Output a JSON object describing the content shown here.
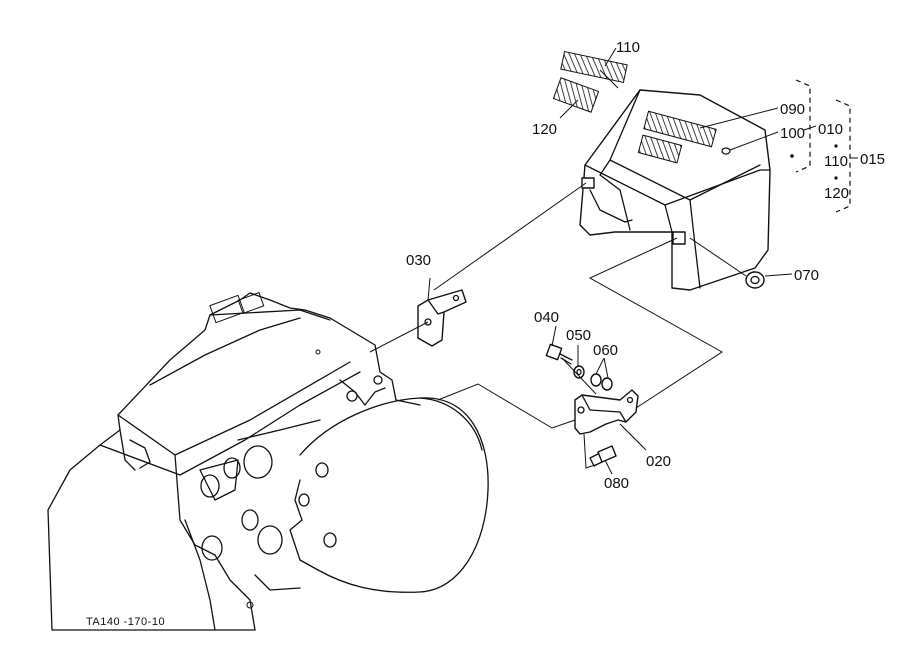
{
  "labels": {
    "p110_top": "110",
    "p120_top": "120",
    "p090": "090",
    "p100": "100",
    "p010": "010",
    "p015": "015",
    "p110_group": "110",
    "p120_group": "120",
    "p030": "030",
    "p070": "070",
    "p040": "040",
    "p050": "050",
    "p060": "060",
    "p020": "020",
    "p080": "080",
    "figure_code": "TA140 -170-10"
  }
}
